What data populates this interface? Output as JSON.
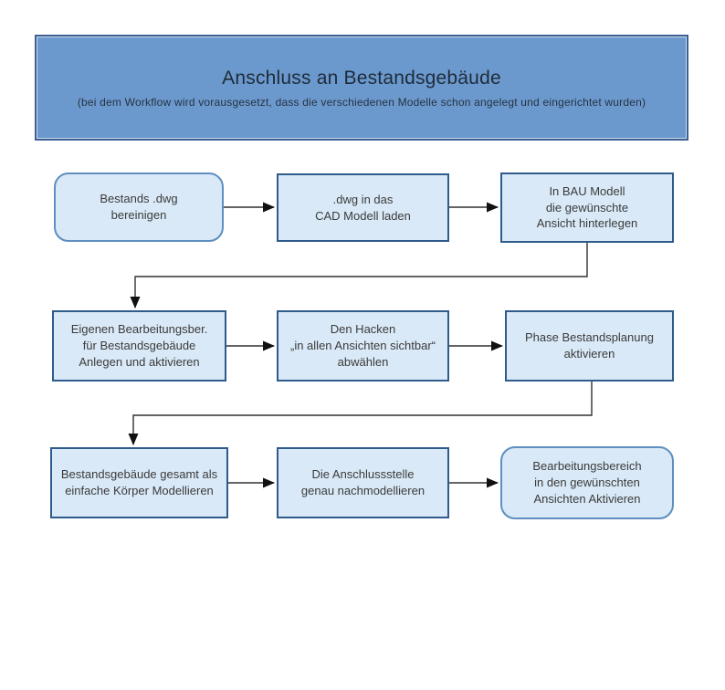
{
  "header": {
    "title": "Anschluss an Bestandsgebäude",
    "subtitle": "(bei dem Workflow wird vorausgesetzt, dass die verschiedenen Modelle schon angelegt und eingerichtet wurden)"
  },
  "flowchart": {
    "boxes": [
      {
        "id": "bestands-dwg-bereinigen",
        "shape": "rounded",
        "text": "Bestands .dwg\nbereinigen"
      },
      {
        "id": "dwg-in-cad-modell-laden",
        "shape": "rect",
        "text": ".dwg in das\nCAD Modell laden"
      },
      {
        "id": "bau-modell-ansicht-hinterlegen",
        "shape": "rect",
        "text": "In BAU Modell\ndie gewünschte\nAnsicht hinterlegen"
      },
      {
        "id": "bearbeitungsbereich-anlegen",
        "shape": "rect",
        "text": "Eigenen Bearbeitungsber.\nfür Bestandsgebäude\nAnlegen und aktivieren"
      },
      {
        "id": "hacken-abwaehlen",
        "shape": "rect",
        "text": "Den Hacken\n„in allen Ansichten sichtbar“\nabwählen"
      },
      {
        "id": "phase-bestandsplanung-aktivieren",
        "shape": "rect",
        "text": "Phase Bestandsplanung\naktivieren"
      },
      {
        "id": "koerper-modellieren",
        "shape": "rect",
        "text": "Bestandsgebäude gesamt als\neinfache Körper Modellieren"
      },
      {
        "id": "anschlussstelle-nachmodellieren",
        "shape": "rect",
        "text": "Die Anschlussstelle\ngenau nachmodellieren"
      },
      {
        "id": "bearbeitungsbereich-aktivieren",
        "shape": "rounded",
        "text": "Bearbeitungsbereich\nin den gewünschten\nAnsichten Aktivieren"
      }
    ],
    "connections": [
      {
        "from": "bestands-dwg-bereinigen",
        "to": "dwg-in-cad-modell-laden"
      },
      {
        "from": "dwg-in-cad-modell-laden",
        "to": "bau-modell-ansicht-hinterlegen"
      },
      {
        "from": "bau-modell-ansicht-hinterlegen",
        "to": "bearbeitungsbereich-anlegen"
      },
      {
        "from": "bearbeitungsbereich-anlegen",
        "to": "hacken-abwaehlen"
      },
      {
        "from": "hacken-abwaehlen",
        "to": "phase-bestandsplanung-aktivieren"
      },
      {
        "from": "phase-bestandsplanung-aktivieren",
        "to": "koerper-modellieren"
      },
      {
        "from": "koerper-modellieren",
        "to": "anschlussstelle-nachmodellieren"
      },
      {
        "from": "anschlussstelle-nachmodellieren",
        "to": "bearbeitungsbereich-aktivieren"
      }
    ]
  },
  "colors": {
    "header_fill": "#6C99CD",
    "header_border": "#3B5F92",
    "box_fill": "#D9E9F7",
    "rect_border": "#2F5B8C",
    "rounded_border": "#5E8FC0",
    "connector": "#303030",
    "title_text": "#1D2B3A",
    "box_text": "#3B3B3B"
  }
}
